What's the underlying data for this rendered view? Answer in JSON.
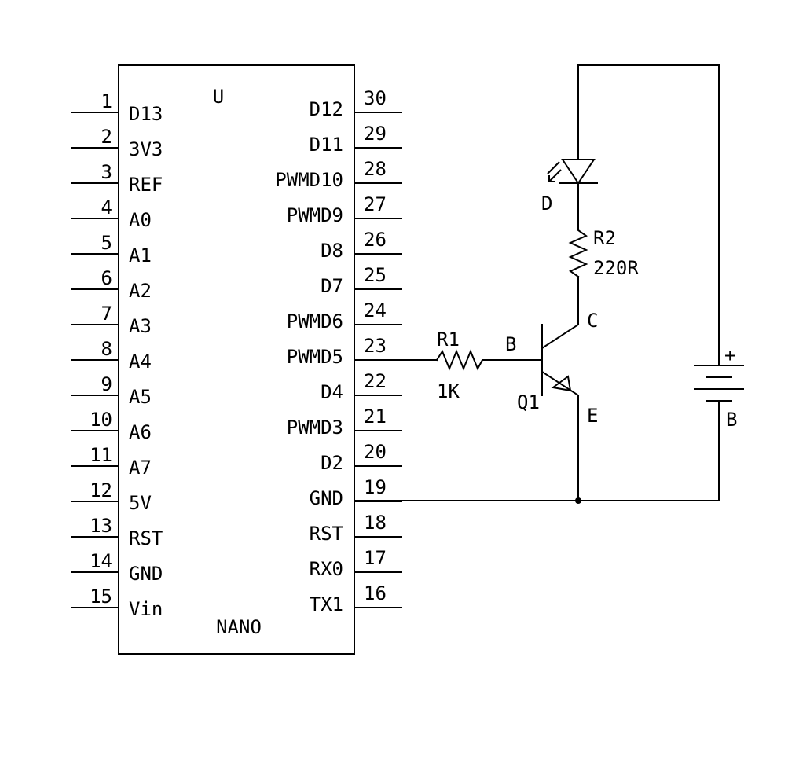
{
  "ic": {
    "ref": "U",
    "value": "NANO",
    "left_pins": [
      {
        "num": "1",
        "label": "D13"
      },
      {
        "num": "2",
        "label": "3V3"
      },
      {
        "num": "3",
        "label": "REF"
      },
      {
        "num": "4",
        "label": "A0"
      },
      {
        "num": "5",
        "label": "A1"
      },
      {
        "num": "6",
        "label": "A2"
      },
      {
        "num": "7",
        "label": "A3"
      },
      {
        "num": "8",
        "label": "A4"
      },
      {
        "num": "9",
        "label": "A5"
      },
      {
        "num": "10",
        "label": "A6"
      },
      {
        "num": "11",
        "label": "A7"
      },
      {
        "num": "12",
        "label": "5V"
      },
      {
        "num": "13",
        "label": "RST"
      },
      {
        "num": "14",
        "label": "GND"
      },
      {
        "num": "15",
        "label": "Vin"
      }
    ],
    "right_pins": [
      {
        "num": "30",
        "label": "D12"
      },
      {
        "num": "29",
        "label": "D11"
      },
      {
        "num": "28",
        "label": "PWMD10"
      },
      {
        "num": "27",
        "label": "PWMD9"
      },
      {
        "num": "26",
        "label": "D8"
      },
      {
        "num": "25",
        "label": "D7"
      },
      {
        "num": "24",
        "label": "PWMD6"
      },
      {
        "num": "23",
        "label": "PWMD5"
      },
      {
        "num": "22",
        "label": "D4"
      },
      {
        "num": "21",
        "label": "PWMD3"
      },
      {
        "num": "20",
        "label": "D2"
      },
      {
        "num": "19",
        "label": "GND"
      },
      {
        "num": "18",
        "label": "RST"
      },
      {
        "num": "17",
        "label": "RX0"
      },
      {
        "num": "16",
        "label": "TX1"
      }
    ]
  },
  "r1": {
    "ref": "R1",
    "value": "1K"
  },
  "r2": {
    "ref": "R2",
    "value": "220R"
  },
  "led": {
    "ref": "D"
  },
  "transistor": {
    "ref": "Q1",
    "base": "B",
    "collector": "C",
    "emitter": "E"
  },
  "battery": {
    "ref": "B",
    "plus": "+"
  }
}
